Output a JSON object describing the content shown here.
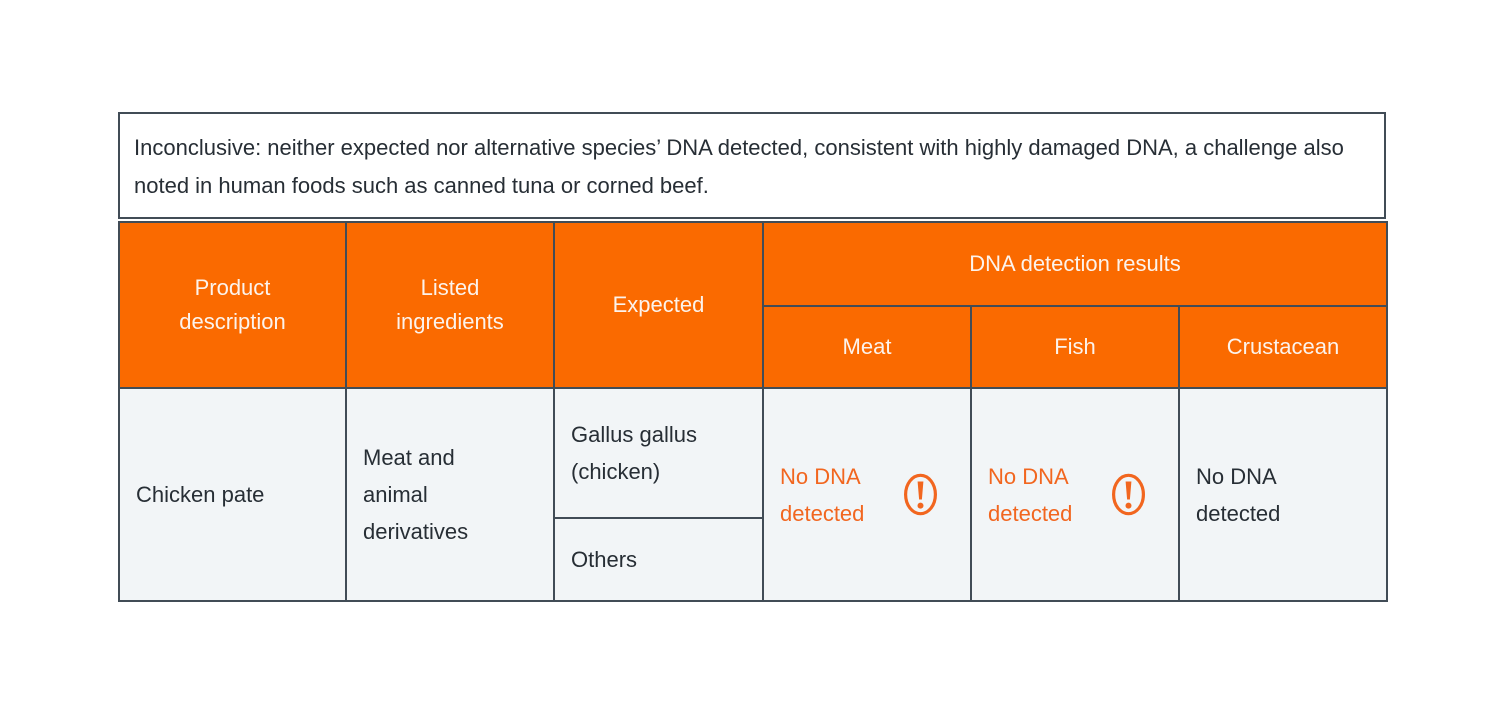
{
  "colors": {
    "header_orange": "#FA6A00",
    "warning_orange": "#F2661F",
    "border_slate": "#414C56",
    "cell_bg": "#F2F5F7",
    "text_dark": "#272E35",
    "header_text": "#FCF3EC"
  },
  "note": {
    "text": "Inconclusive: neither expected nor alternative species’ DNA detected, consistent with highly damaged DNA, a challenge also noted in human foods such as canned tuna or corned beef."
  },
  "table": {
    "headers": {
      "product": "Product description",
      "ingredients": "Listed ingredients",
      "expected": "Expected",
      "dna_results": "DNA detection results",
      "meat": "Meat",
      "fish": "Fish",
      "crustacean": "Crustacean"
    },
    "row": {
      "product": "Chicken pate",
      "ingredients": "Meat and animal derivatives",
      "expected_species": "Gallus gallus (chicken)",
      "expected_other": "Others",
      "results": {
        "meat": {
          "text": "No DNA detected",
          "warning_icon": true,
          "icon": "exclamation-circle-icon"
        },
        "fish": {
          "text": "No DNA detected",
          "warning_icon": true,
          "icon": "exclamation-circle-icon"
        },
        "crustacean": {
          "text": "No DNA detected",
          "warning_icon": false
        }
      }
    }
  },
  "chart_data": {
    "type": "table",
    "note": "Inconclusive: neither expected nor alternative species’ DNA detected, consistent with highly damaged DNA, a challenge also noted in human foods such as canned tuna or corned beef.",
    "columns": [
      "Product description",
      "Listed ingredients",
      "Expected",
      "DNA detection results - Meat",
      "DNA detection results - Fish",
      "DNA detection results - Crustacean"
    ],
    "rows": [
      [
        "Chicken pate",
        "Meat and animal derivatives",
        "Gallus gallus (chicken) / Others",
        "No DNA detected (inconclusive warning)",
        "No DNA detected (inconclusive warning)",
        "No DNA detected"
      ]
    ],
    "legend_position": "none",
    "grid": true
  }
}
